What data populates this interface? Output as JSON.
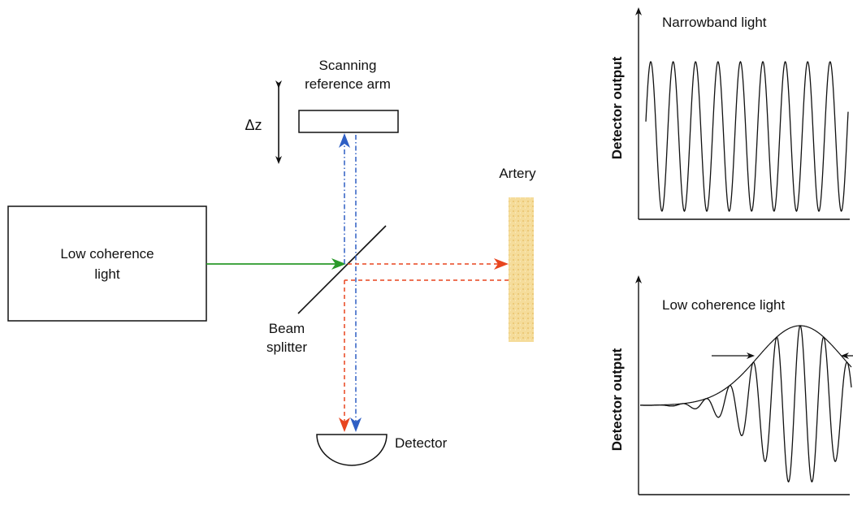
{
  "diagram": {
    "source_label": [
      "Low coherence",
      "light"
    ],
    "reference_label": [
      "Scanning",
      "reference arm"
    ],
    "delta_z_label": "Δz",
    "beam_splitter_label": [
      "Beam",
      "splitter"
    ],
    "artery_label": "Artery",
    "detector_label": "Detector"
  },
  "plots": {
    "top_title": "Narrowband light",
    "bottom_title": "Low coherence light",
    "ylabel": "Detector output"
  },
  "colors": {
    "source_beam": "#2a9a2a",
    "sample_beam": "#e8451f",
    "reference_beam": "#2f5fc4",
    "artery_fill": "#f5dc9a"
  }
}
